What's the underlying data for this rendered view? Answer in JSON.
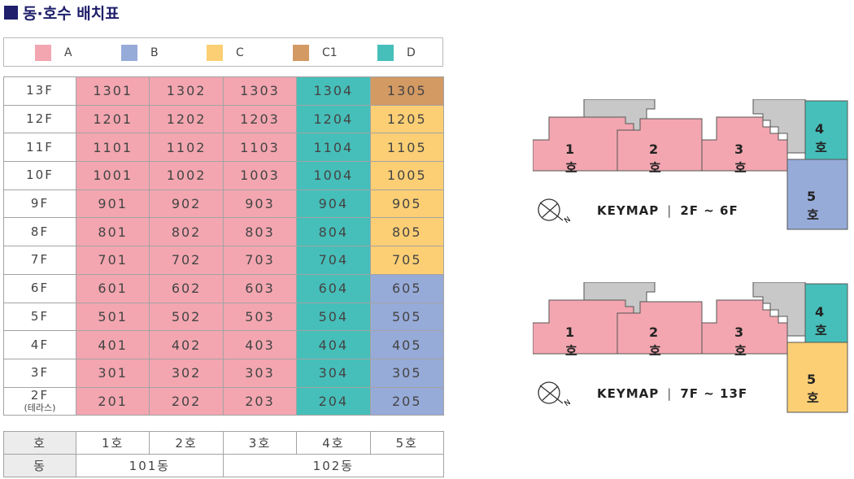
{
  "title": "동·호수 배치표",
  "legend": [
    {
      "label": "A",
      "color": "#f3a6b0"
    },
    {
      "label": "B",
      "color": "#97abd9"
    },
    {
      "label": "C",
      "color": "#fccf74"
    },
    {
      "label": "C1",
      "color": "#d39a63"
    },
    {
      "label": "D",
      "color": "#46bfba"
    }
  ],
  "rows": [
    {
      "floor": "13F",
      "sub": "",
      "units": [
        {
          "n": "1301",
          "t": "A"
        },
        {
          "n": "1302",
          "t": "A"
        },
        {
          "n": "1303",
          "t": "A"
        },
        {
          "n": "1304",
          "t": "D"
        },
        {
          "n": "1305",
          "t": "C1"
        }
      ]
    },
    {
      "floor": "12F",
      "sub": "",
      "units": [
        {
          "n": "1201",
          "t": "A"
        },
        {
          "n": "1202",
          "t": "A"
        },
        {
          "n": "1203",
          "t": "A"
        },
        {
          "n": "1204",
          "t": "D"
        },
        {
          "n": "1205",
          "t": "C"
        }
      ]
    },
    {
      "floor": "11F",
      "sub": "",
      "units": [
        {
          "n": "1101",
          "t": "A"
        },
        {
          "n": "1102",
          "t": "A"
        },
        {
          "n": "1103",
          "t": "A"
        },
        {
          "n": "1104",
          "t": "D"
        },
        {
          "n": "1105",
          "t": "C"
        }
      ]
    },
    {
      "floor": "10F",
      "sub": "",
      "units": [
        {
          "n": "1001",
          "t": "A"
        },
        {
          "n": "1002",
          "t": "A"
        },
        {
          "n": "1003",
          "t": "A"
        },
        {
          "n": "1004",
          "t": "D"
        },
        {
          "n": "1005",
          "t": "C"
        }
      ]
    },
    {
      "floor": "9F",
      "sub": "",
      "units": [
        {
          "n": "901",
          "t": "A"
        },
        {
          "n": "902",
          "t": "A"
        },
        {
          "n": "903",
          "t": "A"
        },
        {
          "n": "904",
          "t": "D"
        },
        {
          "n": "905",
          "t": "C"
        }
      ]
    },
    {
      "floor": "8F",
      "sub": "",
      "units": [
        {
          "n": "801",
          "t": "A"
        },
        {
          "n": "802",
          "t": "A"
        },
        {
          "n": "803",
          "t": "A"
        },
        {
          "n": "804",
          "t": "D"
        },
        {
          "n": "805",
          "t": "C"
        }
      ]
    },
    {
      "floor": "7F",
      "sub": "",
      "units": [
        {
          "n": "701",
          "t": "A"
        },
        {
          "n": "702",
          "t": "A"
        },
        {
          "n": "703",
          "t": "A"
        },
        {
          "n": "704",
          "t": "D"
        },
        {
          "n": "705",
          "t": "C"
        }
      ]
    },
    {
      "floor": "6F",
      "sub": "",
      "units": [
        {
          "n": "601",
          "t": "A"
        },
        {
          "n": "602",
          "t": "A"
        },
        {
          "n": "603",
          "t": "A"
        },
        {
          "n": "604",
          "t": "D"
        },
        {
          "n": "605",
          "t": "B"
        }
      ]
    },
    {
      "floor": "5F",
      "sub": "",
      "units": [
        {
          "n": "501",
          "t": "A"
        },
        {
          "n": "502",
          "t": "A"
        },
        {
          "n": "503",
          "t": "A"
        },
        {
          "n": "504",
          "t": "D"
        },
        {
          "n": "505",
          "t": "B"
        }
      ]
    },
    {
      "floor": "4F",
      "sub": "",
      "units": [
        {
          "n": "401",
          "t": "A"
        },
        {
          "n": "402",
          "t": "A"
        },
        {
          "n": "403",
          "t": "A"
        },
        {
          "n": "404",
          "t": "D"
        },
        {
          "n": "405",
          "t": "B"
        }
      ]
    },
    {
      "floor": "3F",
      "sub": "",
      "units": [
        {
          "n": "301",
          "t": "A"
        },
        {
          "n": "302",
          "t": "A"
        },
        {
          "n": "303",
          "t": "A"
        },
        {
          "n": "304",
          "t": "D"
        },
        {
          "n": "305",
          "t": "B"
        }
      ]
    },
    {
      "floor": "2F",
      "sub": "(테라스)",
      "units": [
        {
          "n": "201",
          "t": "A"
        },
        {
          "n": "202",
          "t": "A"
        },
        {
          "n": "203",
          "t": "A"
        },
        {
          "n": "204",
          "t": "D"
        },
        {
          "n": "205",
          "t": "B"
        }
      ]
    }
  ],
  "footer": {
    "ho_header": "호",
    "ho": [
      "1호",
      "2호",
      "3호",
      "4호",
      "5호"
    ],
    "dong_header": "동",
    "dong": [
      "101동",
      "102동"
    ]
  },
  "keymaps": [
    {
      "label": "KEYMAP",
      "range": "2F ~ 6F",
      "units": [
        "1호",
        "2호",
        "3호",
        "4호",
        "5호"
      ],
      "unit5_color": "#97abd9"
    },
    {
      "label": "KEYMAP",
      "range": "7F ~ 13F",
      "units": [
        "1호",
        "2호",
        "3호",
        "4호",
        "5호"
      ],
      "unit5_color": "#fccf74"
    }
  ],
  "colors": {
    "A": "#f3a6b0",
    "B": "#97abd9",
    "C": "#fccf74",
    "C1": "#d39a63",
    "D": "#46bfba",
    "core": "#c8c8c8"
  },
  "compass_icon": "north-arrow-icon"
}
